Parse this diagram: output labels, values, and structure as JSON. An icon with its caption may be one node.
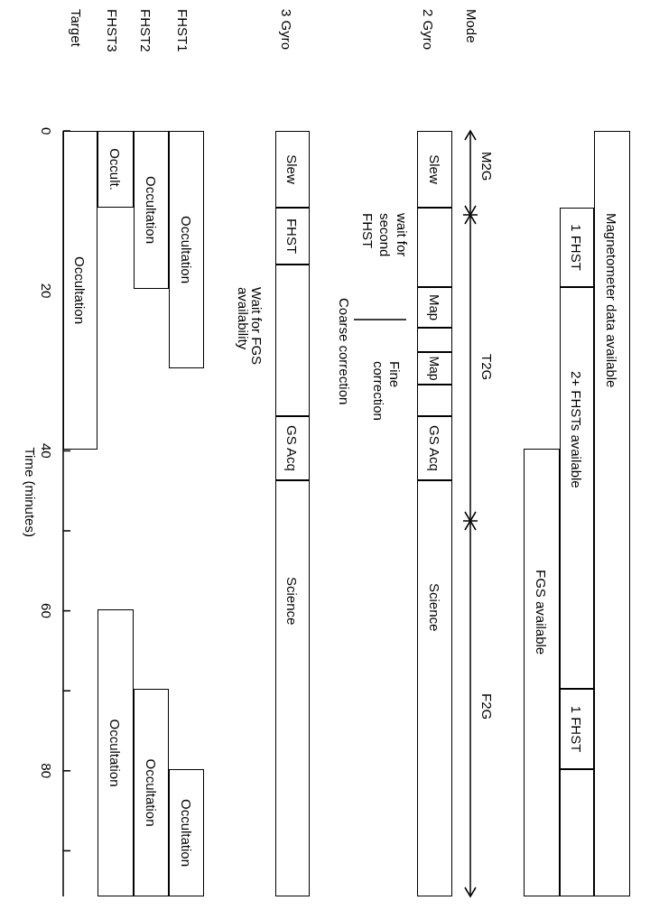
{
  "diagram": {
    "nodes": [
      {
        "text": [
          "Magnetometer data available"
        ]
      },
      {
        "text": [
          "1 FHST"
        ]
      },
      {
        "text": [
          "2+ FHSTs available"
        ]
      },
      {
        "text": [
          "1 FHST"
        ]
      },
      {
        "text": [],
        "shape": "box"
      },
      {
        "text": [
          "FGS available"
        ]
      },
      {
        "text": [
          "Slew"
        ]
      },
      {
        "text": [],
        "shape": "box"
      },
      {
        "text": [
          "Map"
        ]
      },
      {
        "text": [],
        "shape": "box"
      },
      {
        "text": [
          "Map"
        ]
      },
      {
        "text": [],
        "shape": "box"
      },
      {
        "text": [
          "GS Acq"
        ]
      },
      {
        "text": [
          "Science"
        ]
      },
      {
        "text": [
          "Slew"
        ]
      },
      {
        "text": [
          "FHST"
        ]
      },
      {
        "text": [],
        "shape": "box"
      },
      {
        "text": [
          "GS Acq"
        ]
      },
      {
        "text": [
          "Science"
        ]
      },
      {
        "text": [
          "Occultation"
        ]
      },
      {
        "text": [
          "Occultation"
        ]
      },
      {
        "text": [
          "Occultation"
        ]
      },
      {
        "text": [
          "Occultation"
        ]
      },
      {
        "text": [
          "Occult."
        ]
      },
      {
        "text": [
          "Occultation"
        ]
      },
      {
        "text": [
          "Occultation"
        ]
      }
    ],
    "labels": [
      "Mode",
      "M2G",
      "T2G",
      "F2G",
      "2 Gyro",
      "wait for second FHST",
      "Fine correction",
      "Coarse correction",
      "3 Gyro",
      "Wait for FGS availability",
      "FHST1",
      "FHST2",
      "FHST3",
      "Target",
      "0",
      "20",
      "40",
      "60",
      "80",
      "Time (minutes)"
    ]
  }
}
